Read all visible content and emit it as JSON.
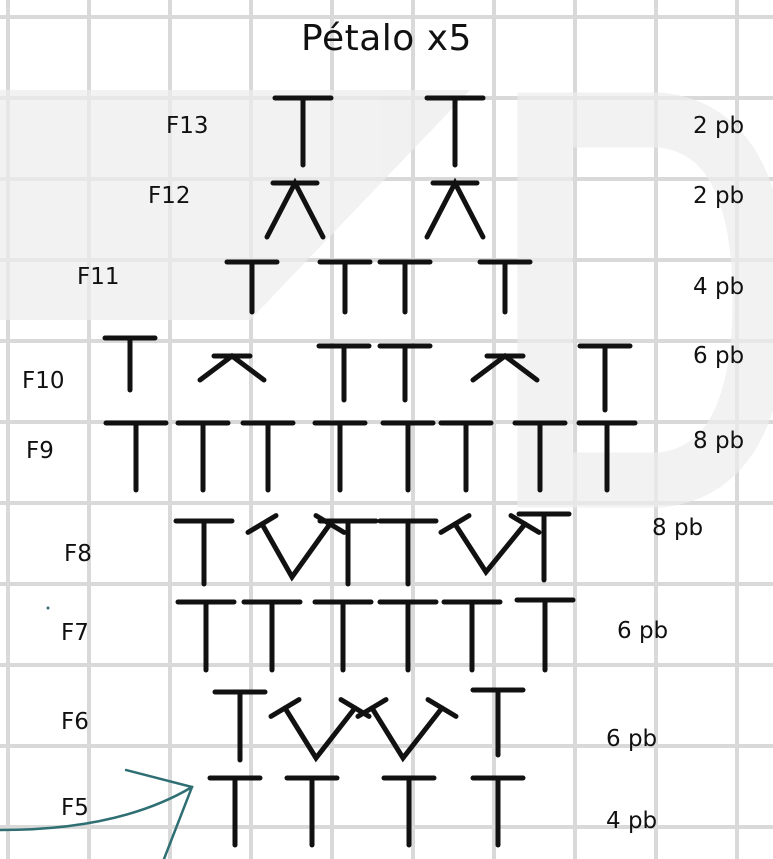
{
  "title": "Pétalo x5",
  "colors": {
    "grid": "#d9d9d9",
    "watermark": "#ececec",
    "ink": "#111111",
    "arrow": "#2f6f73"
  },
  "rows": [
    {
      "label": "F13",
      "count": "2 pb"
    },
    {
      "label": "F12",
      "count": "2 pb"
    },
    {
      "label": "F11",
      "count": "4 pb"
    },
    {
      "label": "F10",
      "count": "6 pb"
    },
    {
      "label": "F9",
      "count": "8 pb"
    },
    {
      "label": "F8",
      "count": "8 pb"
    },
    {
      "label": "F7",
      "count": "6 pb"
    },
    {
      "label": "F6",
      "count": "6 pb"
    },
    {
      "label": "F5",
      "count": "4 pb"
    }
  ]
}
